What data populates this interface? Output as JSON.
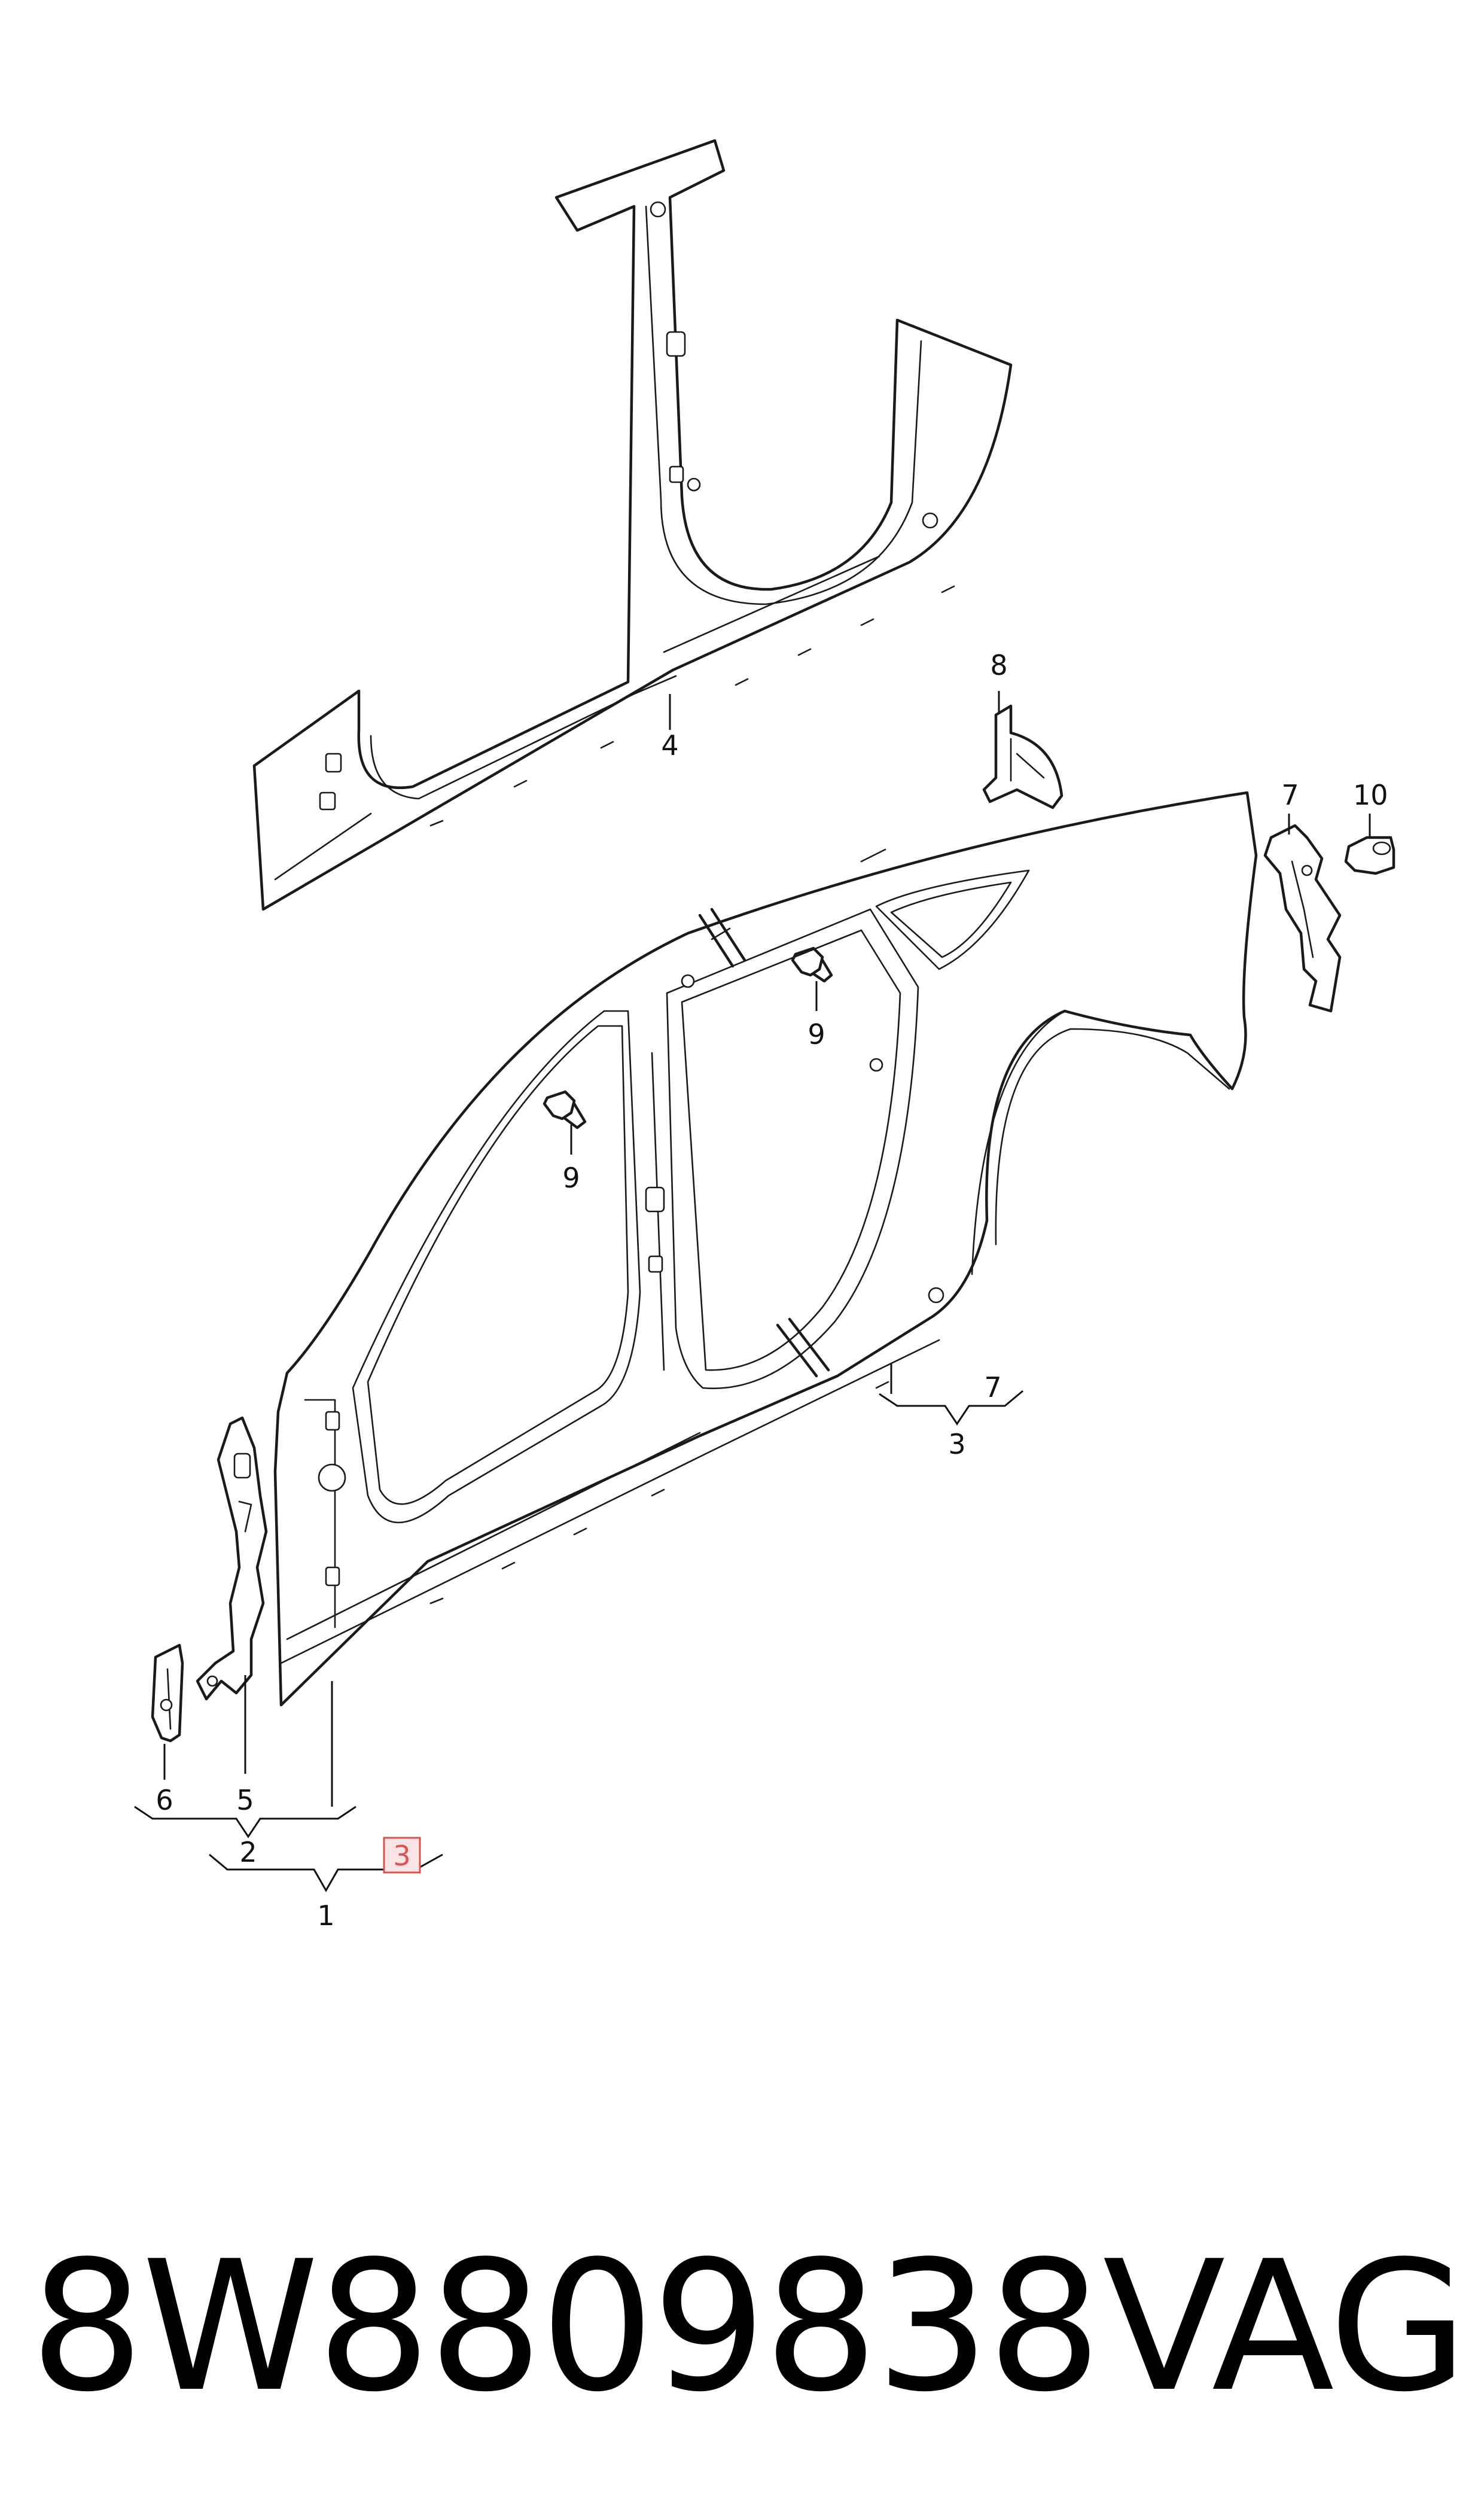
{
  "diagram": {
    "callouts": {
      "c1": "1",
      "c2": "2",
      "c3_main": "3",
      "c3_highlighted": "3",
      "c4": "4",
      "c5": "5",
      "c6": "6",
      "c7_bracket": "7",
      "c7_part": "7",
      "c8": "8",
      "c9_upper": "9",
      "c9_lower": "9",
      "c10": "10"
    },
    "highlight_color": "#d9534f"
  },
  "footer": {
    "part_number": "8W8809838",
    "brand": "VAG"
  }
}
